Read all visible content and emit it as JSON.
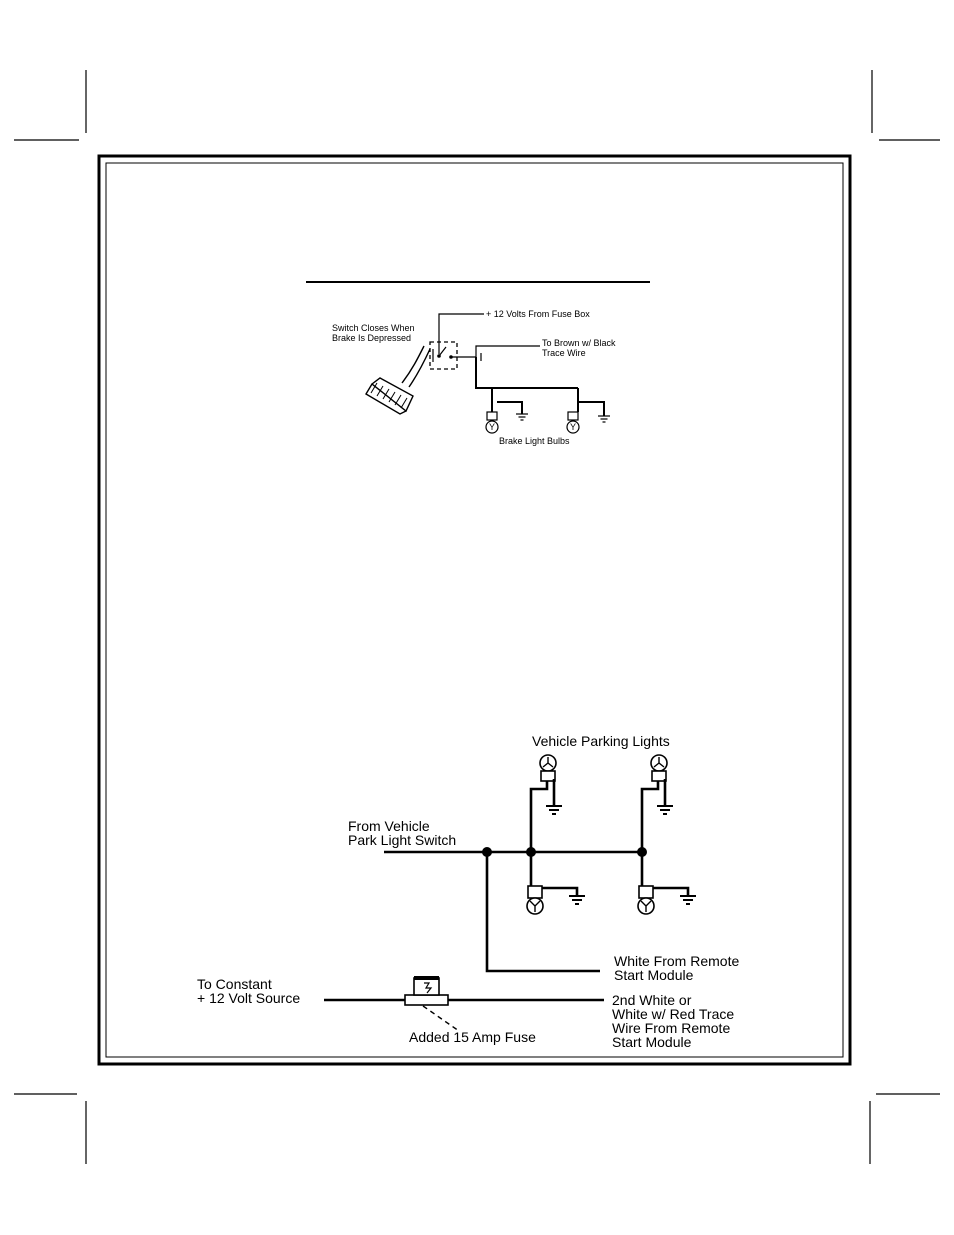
{
  "brake_diagram": {
    "switch_label_line1": "Switch Closes When",
    "switch_label_line2": "Brake Is Depressed",
    "fuse_box_label": "+ 12 Volts From Fuse Box",
    "brown_label_line1": "To Brown w/ Black",
    "brown_label_line2": "Trace Wire",
    "bulbs_label": "Brake Light Bulbs",
    "bulb_glyph": "Y"
  },
  "parking_diagram": {
    "parking_lights_label": "Vehicle Parking Lights",
    "park_switch_line1": "From Vehicle",
    "park_switch_line2": "Park Light Switch",
    "white_line1": "White From Remote",
    "white_line2": "Start Module",
    "constant_line1": "To Constant",
    "constant_line2": "+ 12 Volt Source",
    "second_white_line1": "2nd White or",
    "second_white_line2": "White w/ Red  Trace",
    "second_white_line3": "Wire From Remote",
    "second_white_line4": "Start Module",
    "fuse_label": "Added 15 Amp Fuse"
  },
  "icons": [
    "ground-icon",
    "bulb-icon",
    "fuse-icon",
    "brake-pedal-icon",
    "switch-icon"
  ],
  "colors": {
    "ink": "#000000",
    "paper": "#ffffff"
  }
}
